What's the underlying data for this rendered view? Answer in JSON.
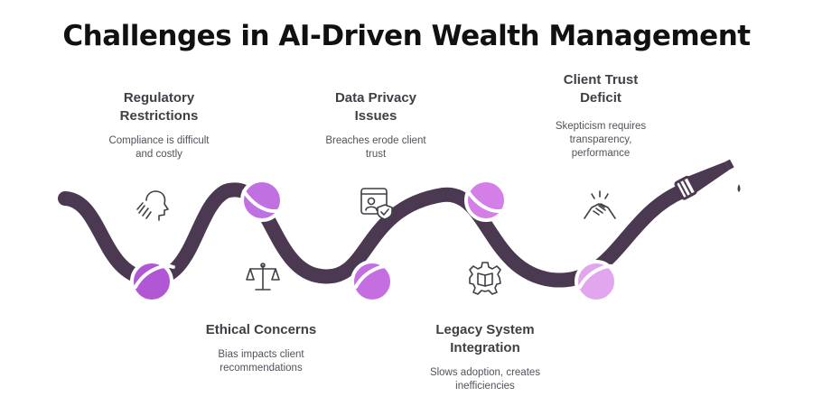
{
  "title": "Challenges in AI-Driven Wealth Management",
  "challenges": [
    {
      "title": "Regulatory Restrictions",
      "description": "Compliance is difficult and costly",
      "icon": "thinking-head-icon"
    },
    {
      "title": "Ethical Concerns",
      "description": "Bias impacts client recommendations",
      "icon": "scales-icon"
    },
    {
      "title": "Data Privacy Issues",
      "description": "Breaches erode client trust",
      "icon": "user-shield-icon"
    },
    {
      "title": "Legacy System Integration",
      "description": "Slows adoption, creates inefficiencies",
      "icon": "gear-book-icon"
    },
    {
      "title": "Client Trust Deficit",
      "description": "Skepticism requires transparency, performance",
      "icon": "handshake-icon"
    }
  ],
  "colors": {
    "rope": "#4a3950",
    "knot1": "#b157d6",
    "knot2": "#c070e0",
    "knot3": "#c56ee2",
    "knot4": "#d47fe8",
    "knot5": "#e2a6ee"
  }
}
